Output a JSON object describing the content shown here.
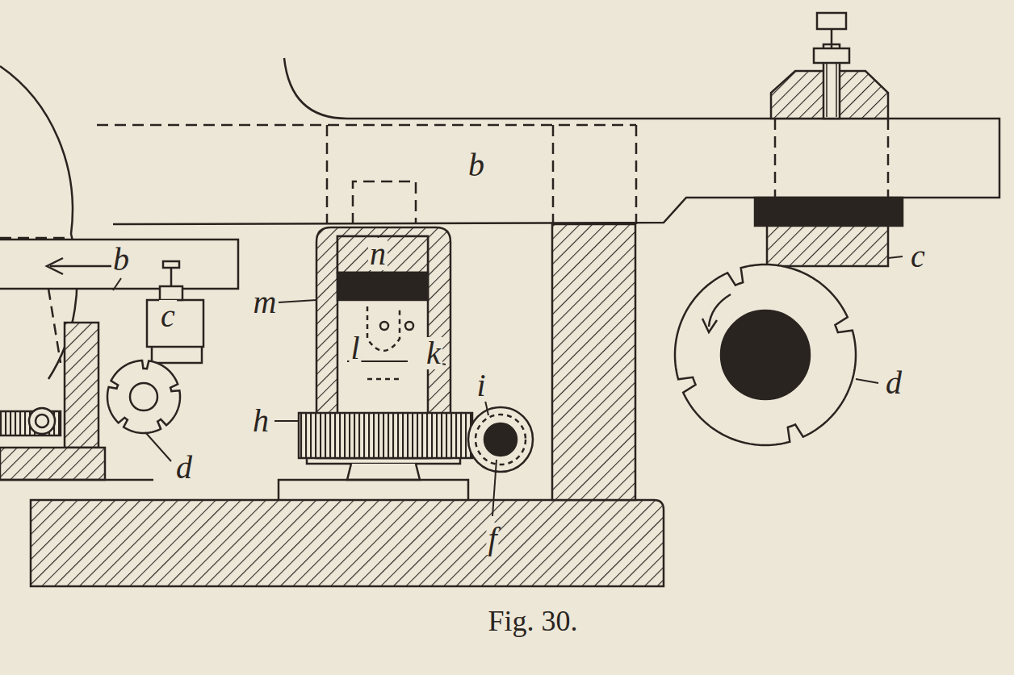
{
  "diagram": {
    "caption": "Fig. 30.",
    "labels": [
      "b",
      "n",
      "b",
      "c",
      "m",
      "c",
      "l",
      "k",
      "i",
      "d",
      "d",
      "h",
      "f"
    ]
  }
}
